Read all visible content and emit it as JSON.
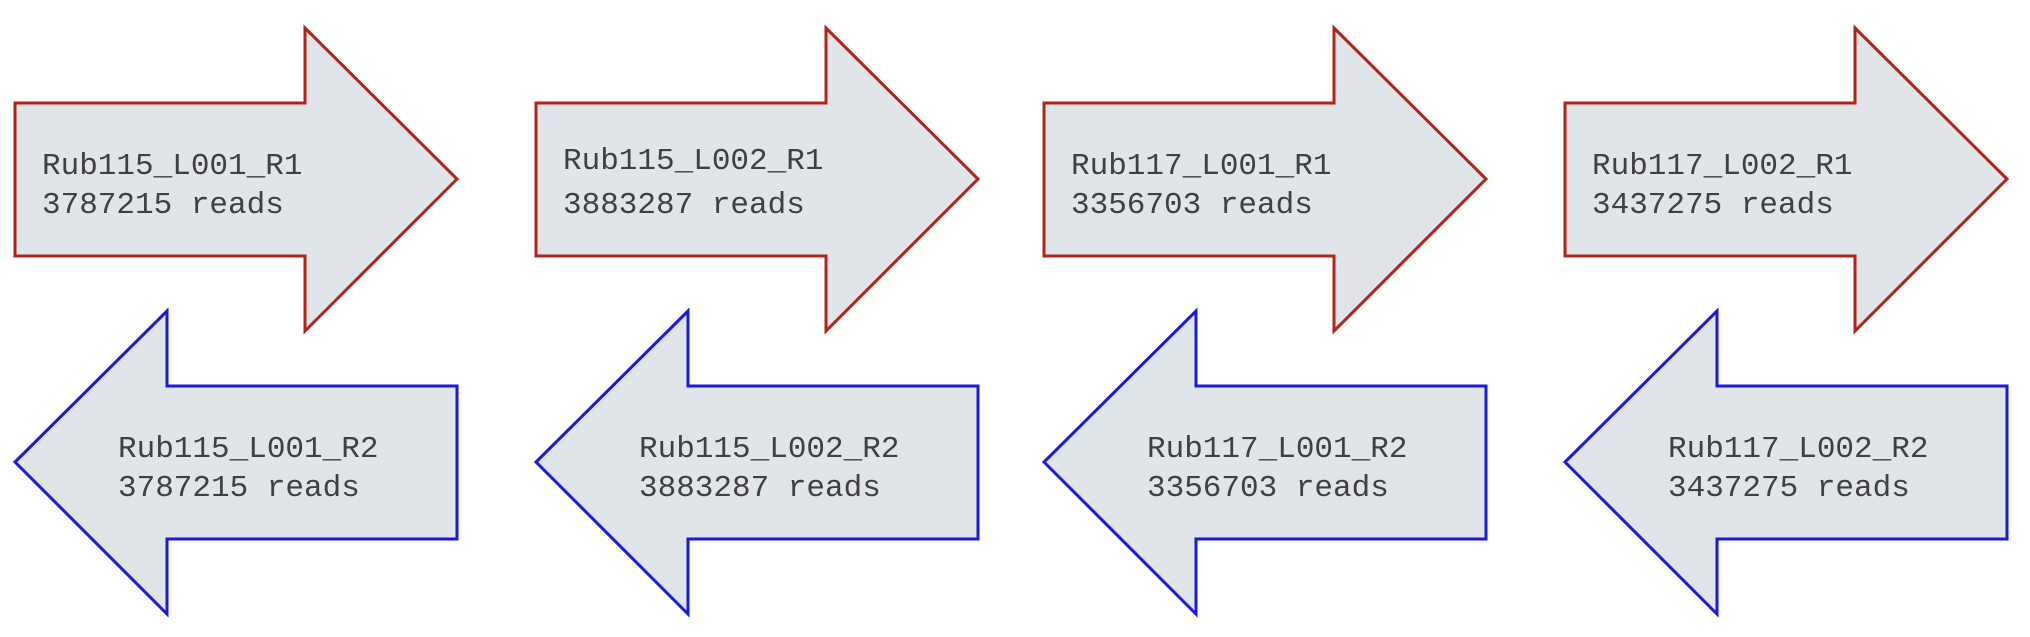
{
  "colors": {
    "fill": "#e0e5e9",
    "forward_stroke": "#b22418",
    "reverse_stroke": "#1a1add",
    "text": "#404040"
  },
  "forward_reads": [
    {
      "name": "Rub115_L001_R1",
      "reads": "3787215 reads"
    },
    {
      "name": "Rub115_L002_R1",
      "reads": "3883287 reads"
    },
    {
      "name": "Rub117_L001_R1",
      "reads": "3356703 reads"
    },
    {
      "name": "Rub117_L002_R1",
      "reads": "3437275 reads"
    }
  ],
  "reverse_reads": [
    {
      "name": "Rub115_L001_R2",
      "reads": "3787215 reads"
    },
    {
      "name": "Rub115_L002_R2",
      "reads": "3883287 reads"
    },
    {
      "name": "Rub117_L001_R2",
      "reads": "3356703 reads"
    },
    {
      "name": "Rub117_L002_R2",
      "reads": "3437275 reads"
    }
  ]
}
